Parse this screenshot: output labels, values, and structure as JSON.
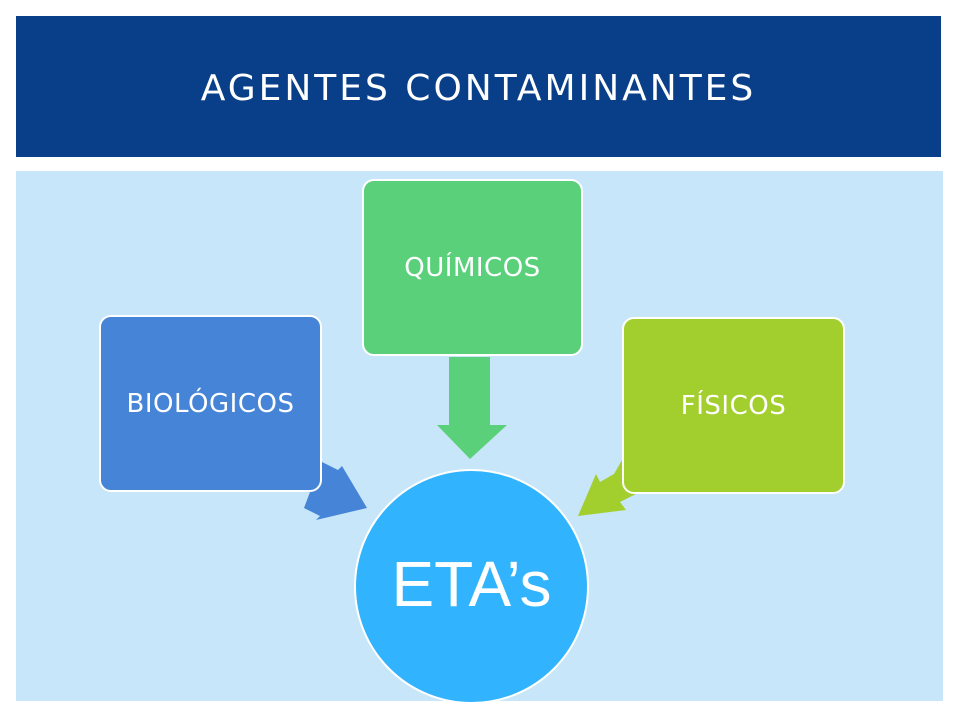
{
  "title": "AGENTES CONTAMINANTES",
  "diagram": {
    "center": {
      "label": "ETA’s",
      "color": "#31b4fd"
    },
    "nodes": [
      {
        "label": "BIOLÓGICOS",
        "color": "#4584d6"
      },
      {
        "label": "QUÍMICOS",
        "color": "#5bd07a"
      },
      {
        "label": "FÍSICOS",
        "color": "#a3cf2e"
      }
    ]
  },
  "colors": {
    "title_bar": "#083f88",
    "background": "#c8e6f9"
  }
}
